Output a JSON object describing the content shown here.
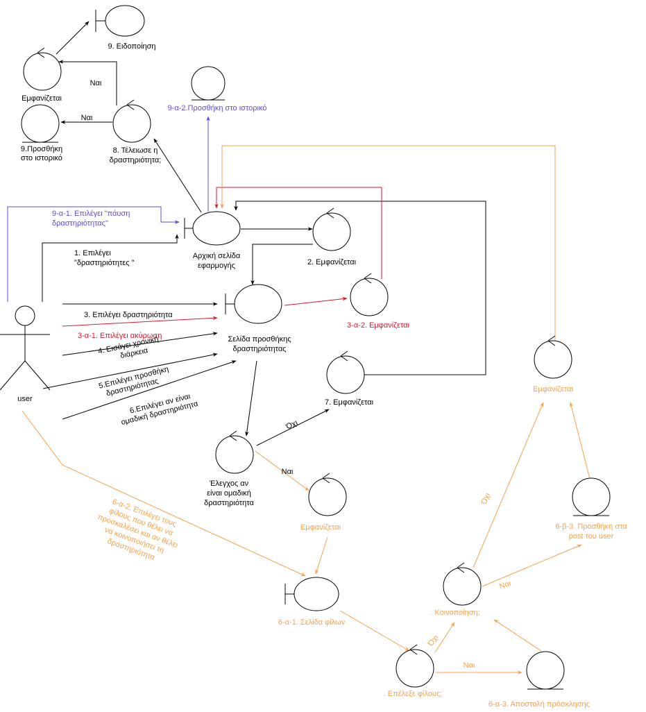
{
  "colors": {
    "black": "#000000",
    "red": "#e3162d",
    "blue": "#5b4be0",
    "orange": "#f7a14d"
  },
  "actor": {
    "label": "user"
  },
  "nodes": {
    "notification": "9. Ειδοποίηση",
    "show_top": "Εμφανίζεται",
    "yes_a": "Ναι",
    "yes_b": "Ναι",
    "history_line1": "9.Προσθήκη",
    "history_line2": "στο ιστορικό",
    "finished_line1": "8. Τέλειωσε η",
    "finished_line2": "δραστηριότητα;",
    "pause_history": "9-α-2.Προσθήκη στο ιστορικό",
    "home_line1": "Αρχική σελίδα",
    "home_line2": "εφαρμογής",
    "shown2": "2. Εμφανίζεται",
    "shown_3a2": "3-α-2. Εμφανίζεται",
    "add_line1": "Σελίδα προσθήκης",
    "add_line2": "δραστηριότητας",
    "shown7": "7. Εμφανίζεται",
    "no_a": "Όχι",
    "check_line1": "Έλεγχος αν",
    "check_line2": "είναι ομαδική",
    "check_line3": "δραστηριότητα",
    "yes_c": "Ναι",
    "shown_group": "Εμφανίζεται",
    "friends_page": "6-α-1. Σελίδα φίλων",
    "select_friends": ". Επέλεξε φίλους;",
    "no_b": "Όχι",
    "yes_d": "Ναι",
    "send_invite": "6-α-3. Αποστολή πρόσκλησης",
    "share": ". Κοινοποίηση;",
    "no_c": "Όχι",
    "yes_e": "Ναι",
    "shown_right": "Εμφανίζεται",
    "post_line1": "6-β-3. Προσθήκη στα",
    "post_line2": "post του user"
  },
  "messages": {
    "m9a1_line1": "9-α-1. Επιλέγει \"πάυση",
    "m9a1_line2": "δραστηριότητας\"",
    "m1_line1": "1. Επιλέγει",
    "m1_line2": "\"δραστηριότητες \"",
    "m3": "3. Επιλέγει δραστηριότητα",
    "m3a1": "3-α-1. Επιλέγει ακύρωση",
    "m4_line1": "4. Εισάγει χρονική",
    "m4_line2": "διάρκεια",
    "m5_line1": "5.Επιλέγει προσθήκη",
    "m5_line2": "δραστηριότητας",
    "m6_line1": "6.Επιλέγει αν είναι",
    "m6_line2": "ομαδική δραστηριότητα",
    "m6a2_line1": "6-α-2. Επιλέγει τους",
    "m6a2_line2": "φίλους που θέλει να",
    "m6a2_line3": "προσκαλέσει και αν θέλει",
    "m6a2_line4": "να κοινοποιήσει τη",
    "m6a2_line5": "δραστηριότητα"
  }
}
